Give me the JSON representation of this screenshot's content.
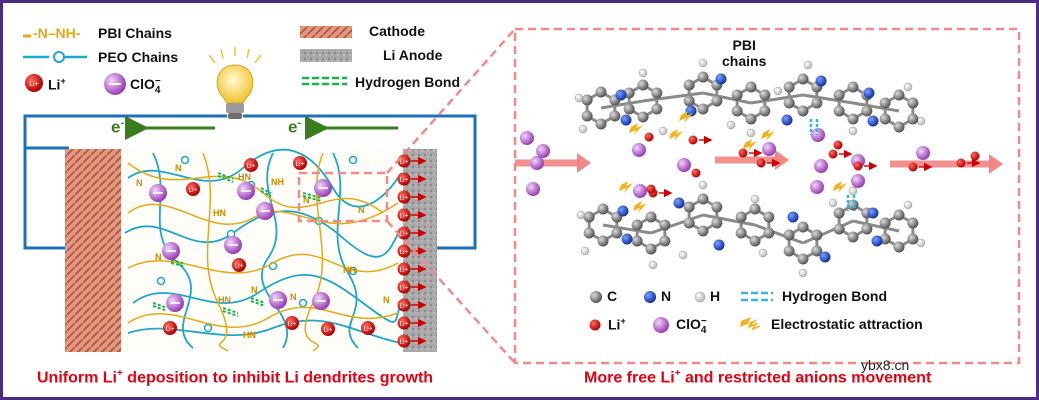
{
  "legend_left": {
    "pbi_symbol": "-N–NH-",
    "pbi": "PBI Chains",
    "peo": "PEO Chains",
    "li": "Li",
    "li_sup": "+",
    "clo4": "ClO",
    "clo4_sub": "4",
    "clo4_sup": "−",
    "cathode": "Cathode",
    "anode": "Li Anode",
    "hbond": "Hydrogen Bond"
  },
  "cell": {
    "electron_left": "e",
    "electron_right": "e",
    "electron_sup": "-",
    "li_badge": "Li+",
    "n_label": "N",
    "hn_label": "HN",
    "nh_label": "NH"
  },
  "detail": {
    "title_line1": "PBI",
    "title_line2": "chains",
    "legend": {
      "c": "C",
      "n": "N",
      "h": "H",
      "hbond": "Hydrogen Bond",
      "li": "Li",
      "li_sup": "+",
      "clo4": "ClO",
      "clo4_sub": "4",
      "clo4_sup": "−",
      "electrostatic": "Electrostatic attraction"
    }
  },
  "captions": {
    "left_a": "Uniform Li",
    "left_sup": "+",
    "left_b": " deposition to inhibit Li dendrites growth",
    "right_a": "More free Li",
    "right_sup": "+",
    "right_b": " and restricted anions movement"
  },
  "watermark": "ybx8.cn",
  "colors": {
    "frame": "#4a2c86",
    "caption": "#e60012",
    "pbi": "#e6a817",
    "peo": "#1ea7c8",
    "electron_arrow": "#3a7d1f",
    "circuit": "#1d6fb8",
    "hbond": "#19b34a",
    "li_ion": "#cc0000",
    "anion": "#b25cc8",
    "cathode": "#d9826a",
    "anode": "#9a9a9a",
    "dash_box": "#f08a8a"
  }
}
